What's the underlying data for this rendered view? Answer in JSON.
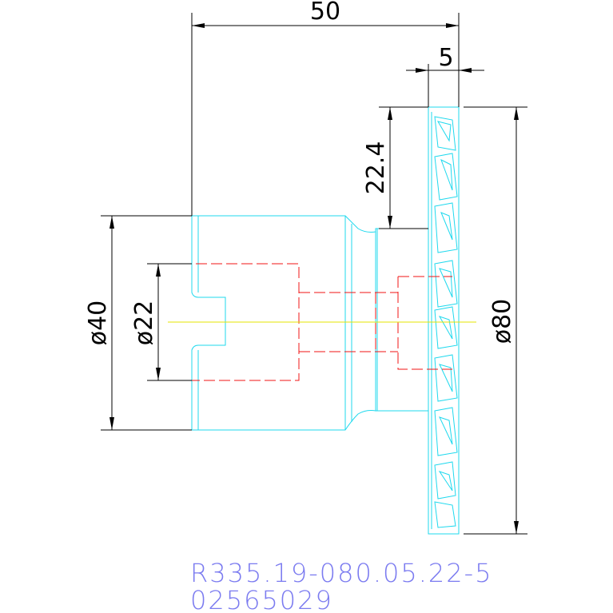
{
  "dimensions": {
    "overall_length": "50",
    "insert_width": "5",
    "radial_offset": "22.4",
    "shank_diameter": "ø40",
    "bore_diameter": "ø22",
    "cutter_diameter": "ø80"
  },
  "title_block": {
    "part_number": "R335.19-080.05.22-5",
    "order_code": "02565029"
  },
  "colors": {
    "outline": "#1fd9ee",
    "hidden_lines": "#f01414",
    "center_line": "#e6e600",
    "dimension_lines": "#000000",
    "title_text": "#7b7bf0"
  }
}
